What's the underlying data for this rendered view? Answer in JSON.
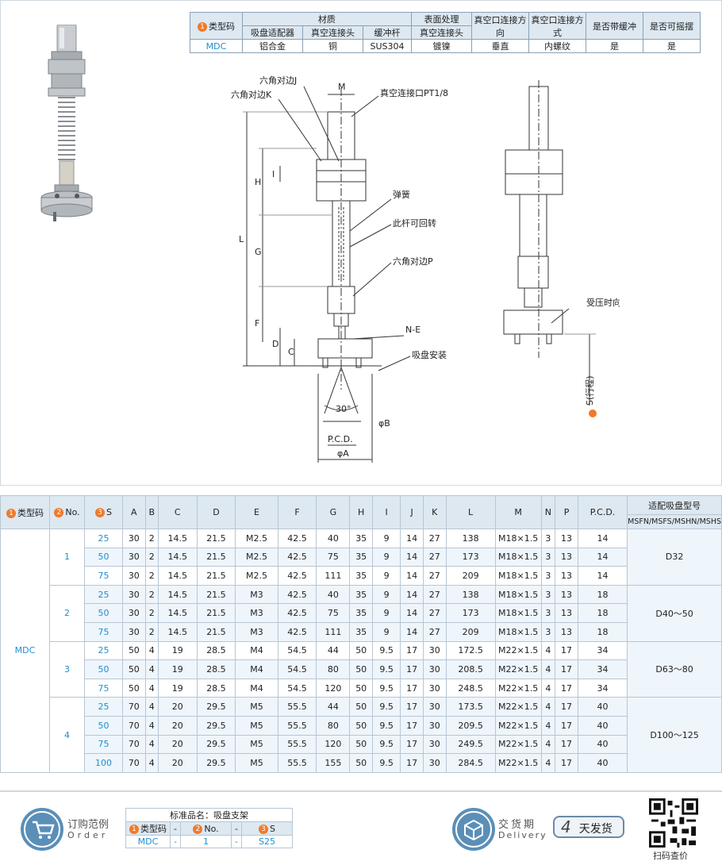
{
  "material_table": {
    "header_type_code": "类型码",
    "header_material": "材质",
    "header_surface": "表面处理",
    "header_vac_dir": "真空口连接方向",
    "header_vac_method": "真空口连接方式",
    "header_buffer": "是否带缓冲",
    "header_swing": "是否可摇摆",
    "sub_adapter": "吸盘适配器",
    "sub_vac_head": "真空连接头",
    "sub_rod": "缓冲杆",
    "sub_surface": "真空连接头",
    "row_code": "MDC",
    "row_adapter": "铝合金",
    "row_vac_head": "铜",
    "row_rod": "SUS304",
    "row_surface": "镀镍",
    "row_vac_dir": "垂直",
    "row_vac_method": "内螺纹",
    "row_buffer": "是",
    "row_swing": "是"
  },
  "drawing_labels": {
    "hex_j": "六角对边J",
    "hex_k": "六角对边K",
    "m": "M",
    "vac_port": "真空连接口PT1/8",
    "spring": "弹簧",
    "rod_rotate": "此杆可回转",
    "hex_p": "六角对边P",
    "ne": "N-E",
    "pad_mount": "吸盘安装",
    "compress": "受压时向上缩起",
    "stroke": "S(行程)",
    "angle": "30°",
    "phi_b": "φB",
    "pcd": "P.C.D.",
    "phi_a": "φA",
    "dim_l": "L",
    "dim_h": "H",
    "dim_i": "I",
    "dim_g": "G",
    "dim_f": "F",
    "dim_d": "D",
    "dim_c": "C"
  },
  "spec_table": {
    "headers": [
      "类型码",
      "No.",
      "S",
      "A",
      "B",
      "C",
      "D",
      "E",
      "F",
      "G",
      "H",
      "I",
      "J",
      "K",
      "L",
      "M",
      "N",
      "P",
      "P.C.D.",
      "适配吸盘型号"
    ],
    "mount_sub_header": "MSFN/MSFS/MSHN/MSHS",
    "type_code": "MDC",
    "groups": [
      {
        "no": "1",
        "mount": "D32",
        "rows": [
          [
            "25",
            "30",
            "2",
            "14.5",
            "21.5",
            "M2.5",
            "42.5",
            "40",
            "35",
            "9",
            "14",
            "27",
            "138",
            "M18×1.5",
            "3",
            "13",
            "14"
          ],
          [
            "50",
            "30",
            "2",
            "14.5",
            "21.5",
            "M2.5",
            "42.5",
            "75",
            "35",
            "9",
            "14",
            "27",
            "173",
            "M18×1.5",
            "3",
            "13",
            "14"
          ],
          [
            "75",
            "30",
            "2",
            "14.5",
            "21.5",
            "M2.5",
            "42.5",
            "111",
            "35",
            "9",
            "14",
            "27",
            "209",
            "M18×1.5",
            "3",
            "13",
            "14"
          ]
        ]
      },
      {
        "no": "2",
        "mount": "D40～50",
        "rows": [
          [
            "25",
            "30",
            "2",
            "14.5",
            "21.5",
            "M3",
            "42.5",
            "40",
            "35",
            "9",
            "14",
            "27",
            "138",
            "M18×1.5",
            "3",
            "13",
            "18"
          ],
          [
            "50",
            "30",
            "2",
            "14.5",
            "21.5",
            "M3",
            "42.5",
            "75",
            "35",
            "9",
            "14",
            "27",
            "173",
            "M18×1.5",
            "3",
            "13",
            "18"
          ],
          [
            "75",
            "30",
            "2",
            "14.5",
            "21.5",
            "M3",
            "42.5",
            "111",
            "35",
            "9",
            "14",
            "27",
            "209",
            "M18×1.5",
            "3",
            "13",
            "18"
          ]
        ]
      },
      {
        "no": "3",
        "mount": "D63～80",
        "rows": [
          [
            "25",
            "50",
            "4",
            "19",
            "28.5",
            "M4",
            "54.5",
            "44",
            "50",
            "9.5",
            "17",
            "30",
            "172.5",
            "M22×1.5",
            "4",
            "17",
            "34"
          ],
          [
            "50",
            "50",
            "4",
            "19",
            "28.5",
            "M4",
            "54.5",
            "80",
            "50",
            "9.5",
            "17",
            "30",
            "208.5",
            "M22×1.5",
            "4",
            "17",
            "34"
          ],
          [
            "75",
            "50",
            "4",
            "19",
            "28.5",
            "M4",
            "54.5",
            "120",
            "50",
            "9.5",
            "17",
            "30",
            "248.5",
            "M22×1.5",
            "4",
            "17",
            "34"
          ]
        ]
      },
      {
        "no": "4",
        "mount": "D100～125",
        "rows": [
          [
            "25",
            "70",
            "4",
            "20",
            "29.5",
            "M5",
            "55.5",
            "44",
            "50",
            "9.5",
            "17",
            "30",
            "173.5",
            "M22×1.5",
            "4",
            "17",
            "40"
          ],
          [
            "50",
            "70",
            "4",
            "20",
            "29.5",
            "M5",
            "55.5",
            "80",
            "50",
            "9.5",
            "17",
            "30",
            "209.5",
            "M22×1.5",
            "4",
            "17",
            "40"
          ],
          [
            "75",
            "70",
            "4",
            "20",
            "29.5",
            "M5",
            "55.5",
            "120",
            "50",
            "9.5",
            "17",
            "30",
            "249.5",
            "M22×1.5",
            "4",
            "17",
            "40"
          ],
          [
            "100",
            "70",
            "4",
            "20",
            "29.5",
            "M5",
            "55.5",
            "155",
            "50",
            "9.5",
            "17",
            "30",
            "284.5",
            "M22×1.5",
            "4",
            "17",
            "40"
          ]
        ]
      }
    ]
  },
  "footer": {
    "order_cn": "订购范例",
    "order_en": "Order",
    "std_name": "标准品名：吸盘支架",
    "col_type": "类型码",
    "col_no": "No.",
    "col_s": "S",
    "dash": "-",
    "val_type": "MDC",
    "val_no": "1",
    "val_s": "S25",
    "deliv_cn": "交货期",
    "deliv_en": "Delivery",
    "deliv_days": "4",
    "deliv_unit": "天发货",
    "qr_label": "扫码查价"
  },
  "colors": {
    "accent": "#1f8fd0",
    "badge": "#f07a2a",
    "header_bg": "#dde8f1",
    "row_alt": "#eef5fb"
  }
}
